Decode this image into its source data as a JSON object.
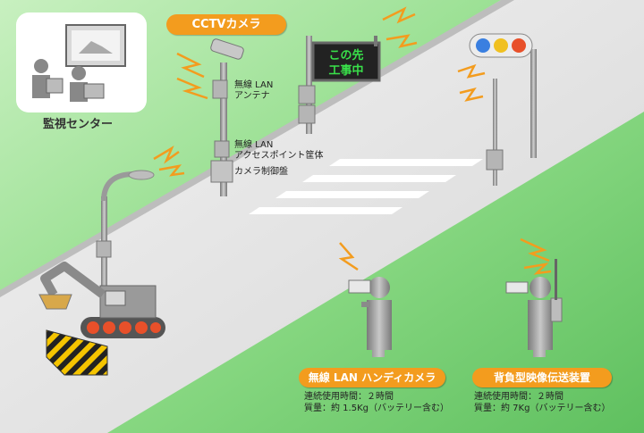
{
  "monitoring_center": {
    "label": "監視センター"
  },
  "cctv": {
    "label": "CCTVカメラ"
  },
  "pole_labels": {
    "wireless_antenna": [
      "無線 LAN",
      "アンテナ"
    ],
    "access_point": [
      "無線 LAN",
      "アクセスポイント筐体"
    ],
    "camera_control": "カメラ制御盤"
  },
  "message_sign": {
    "line1": "この先",
    "line2": "工事中"
  },
  "handy_camera": {
    "title": "無線 LAN ハンディカメラ",
    "spec1": "連続使用時間：２時間",
    "spec2": "質量：約 1.5Kg（バッテリー含む）"
  },
  "backpack": {
    "title": "背負型映像伝送装置",
    "spec1": "連続使用時間：２時間",
    "spec2": "質量：約 7Kg（バッテリー含む）"
  },
  "colors": {
    "grass_light": "#a8e6a0",
    "grass_dark": "#6cc86c",
    "road": "#e4e4e4",
    "accent_orange": "#f39c1e",
    "equipment_gray": "#9a9a9a",
    "sign_text_green": "#39e04a",
    "signal_blue": "#3a7fe0",
    "signal_yellow": "#f0c020",
    "signal_red": "#e8502a"
  }
}
